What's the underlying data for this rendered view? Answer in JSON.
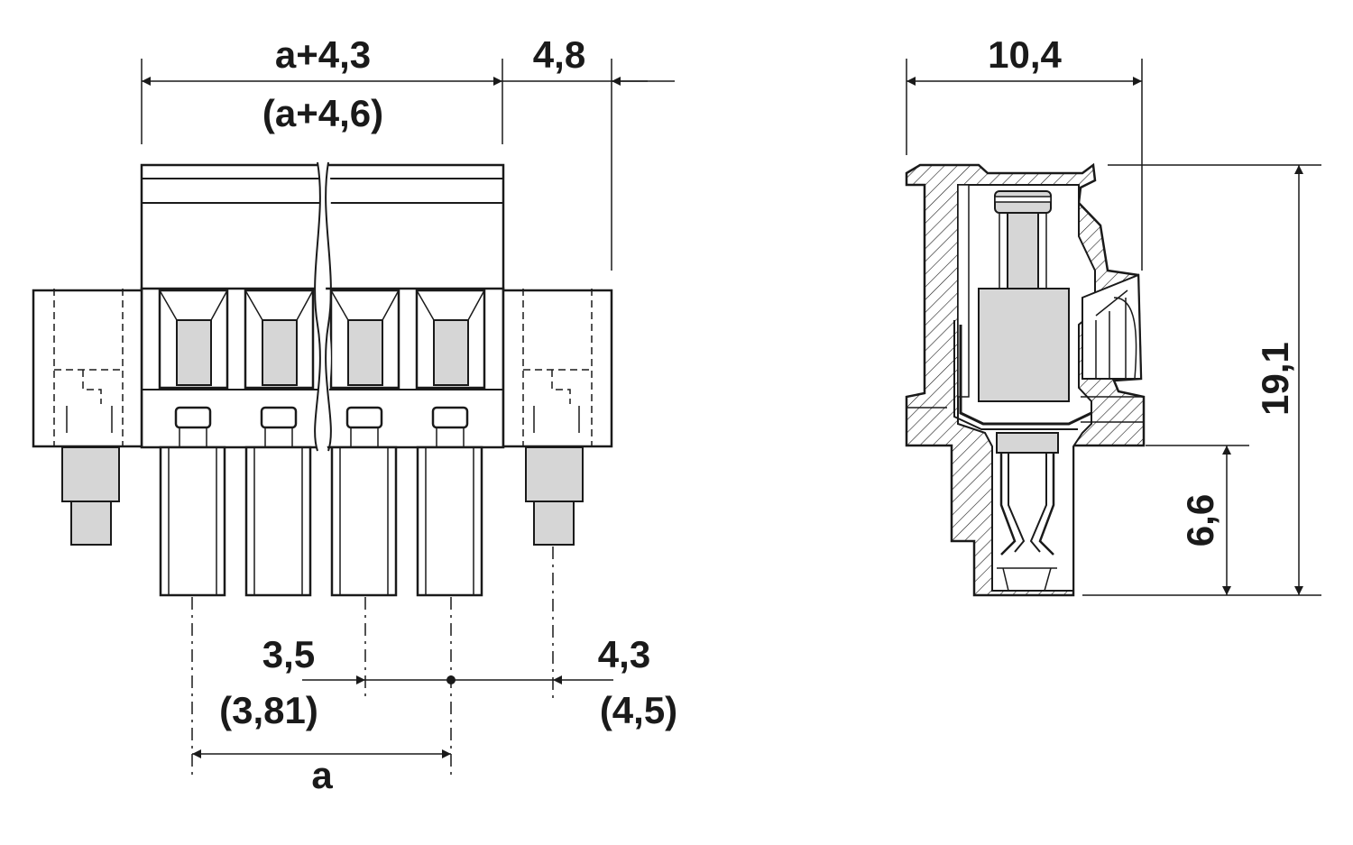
{
  "front_view": {
    "dim_overall_width": "a+4,3",
    "dim_overall_width_alt": "(a+4,6)",
    "dim_flange_width": "4,8",
    "dim_pitch": "3,5",
    "dim_pitch_alt": "(3,81)",
    "dim_flange_pin_offset": "4,3",
    "dim_flange_pin_offset_alt": "(4,5)",
    "dim_pitch_span": "a"
  },
  "side_view": {
    "dim_depth": "10,4",
    "dim_total_height": "19,1",
    "dim_pin_length": "6,6"
  },
  "colors": {
    "line": "#1a1a1a",
    "fill_gray": "#d6d6d6",
    "background": "#ffffff"
  }
}
